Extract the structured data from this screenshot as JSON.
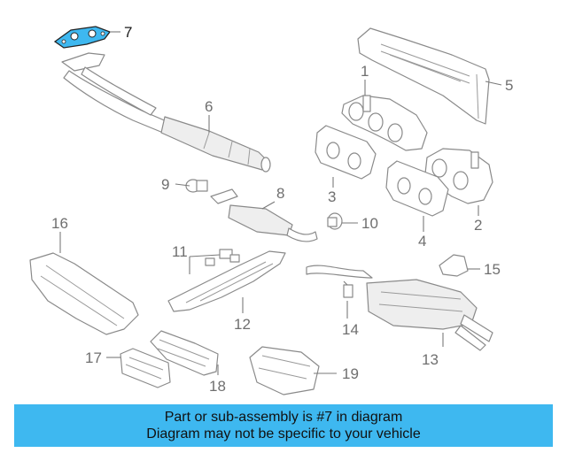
{
  "highlight_color": "#3eb8f0",
  "banner": {
    "line1": "Part or sub-assembly is #7 in diagram",
    "line2": "Diagram may not be specific to your vehicle"
  },
  "callouts": {
    "c1": "1",
    "c2": "2",
    "c3": "3",
    "c4": "4",
    "c5": "5",
    "c6": "6",
    "c7": "7",
    "c8": "8",
    "c9": "9",
    "c10": "10",
    "c11": "11",
    "c12": "12",
    "c13": "13",
    "c14": "14",
    "c15": "15",
    "c16": "16",
    "c17": "17",
    "c18": "18",
    "c19": "19"
  }
}
